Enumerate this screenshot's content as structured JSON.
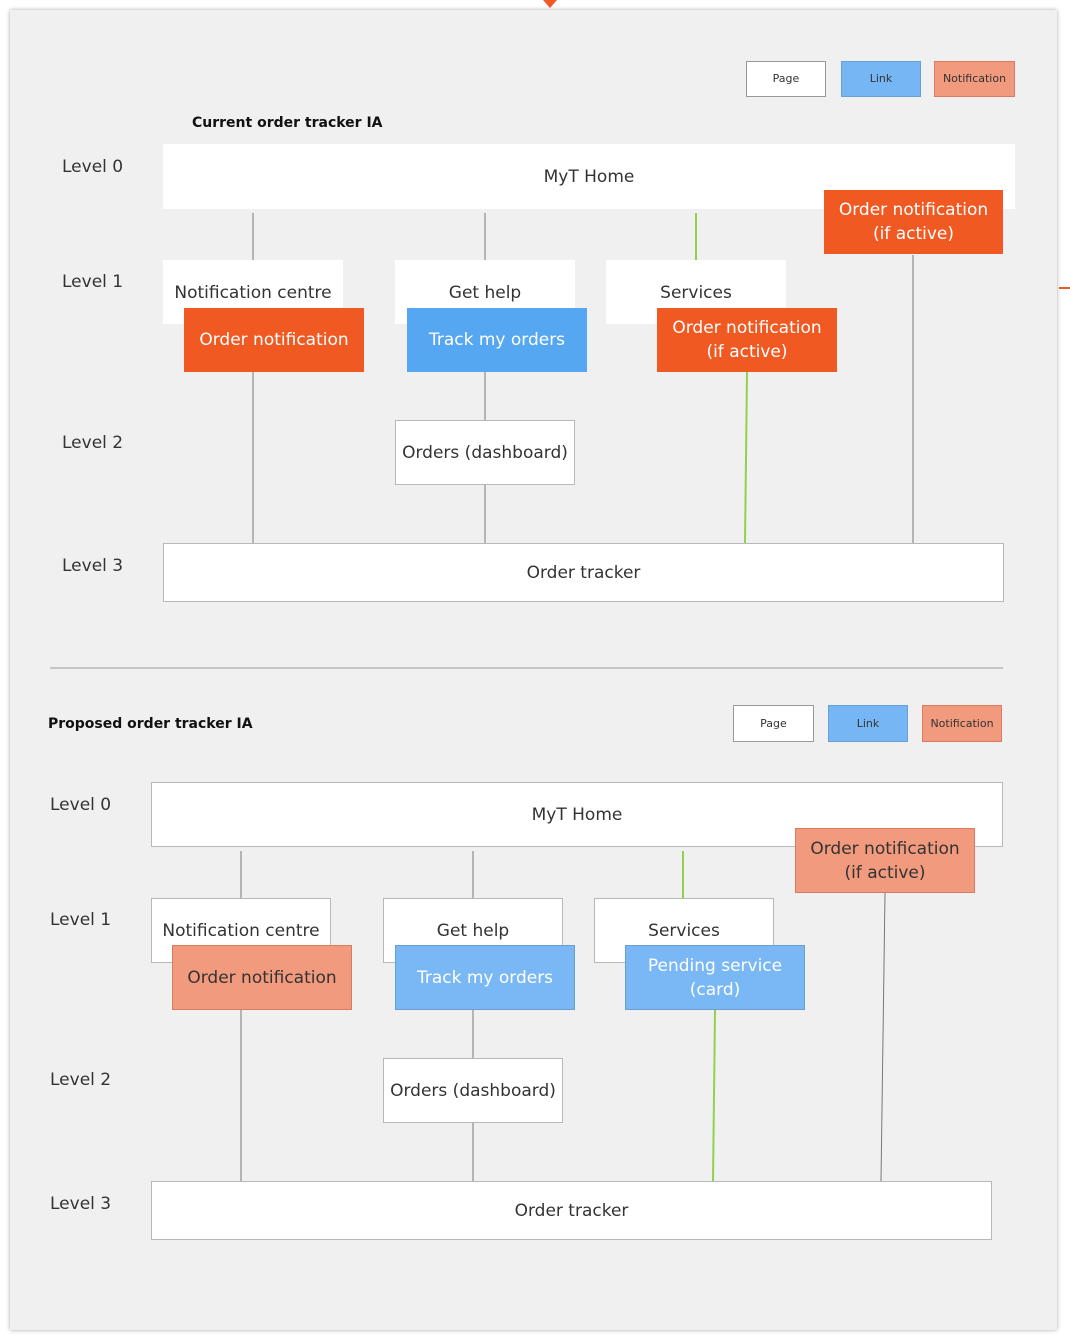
{
  "legend": {
    "page": "Page",
    "link": "Link",
    "notification": "Notification"
  },
  "current": {
    "title": "Current order tracker IA",
    "levels": [
      "Level 0",
      "Level 1",
      "Level 2",
      "Level 3"
    ],
    "nodes": {
      "myt_home": "MyT Home",
      "order_notification_top": "Order notification\n(if active)",
      "notification_centre": "Notification centre",
      "get_help": "Get help",
      "services": "Services",
      "order_notification": "Order notification",
      "track_my_orders": "Track my orders",
      "order_notification_services": "Order notification\n(if active)",
      "orders_dashboard": "Orders (dashboard)",
      "order_tracker": "Order tracker"
    }
  },
  "proposed": {
    "title": "Proposed order tracker IA",
    "levels": [
      "Level 0",
      "Level 1",
      "Level 2",
      "Level 3"
    ],
    "nodes": {
      "myt_home": "MyT Home",
      "order_notification_top": "Order notification\n(if active)",
      "notification_centre": "Notification centre",
      "get_help": "Get help",
      "services": "Services",
      "order_notification": "Order notification",
      "track_my_orders": "Track my orders",
      "pending_service": "Pending service\n(card)",
      "orders_dashboard": "Orders (dashboard)",
      "order_tracker": "Order tracker"
    }
  },
  "colors": {
    "page": "#ffffff",
    "link": "#56a7f2",
    "notification": "#f05a22",
    "link_soft": "#7ab8f5",
    "notification_soft": "#f19a7d",
    "connector": "#777777",
    "connector_green": "#8fd14f"
  }
}
